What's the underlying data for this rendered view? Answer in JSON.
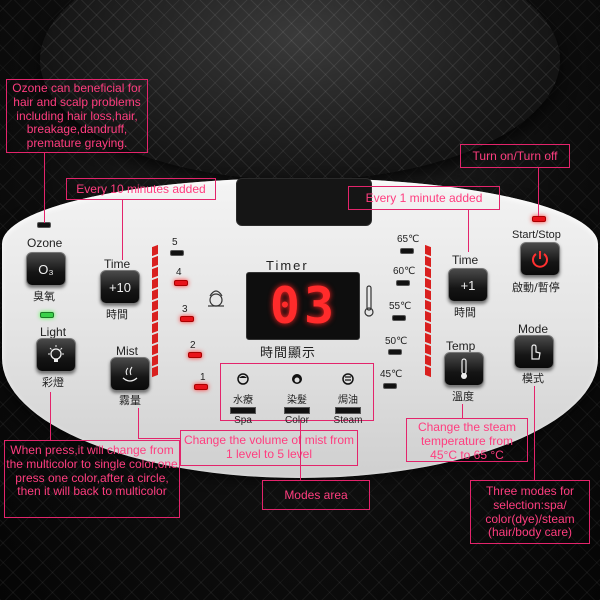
{
  "panel": {
    "ozone": {
      "label": "Ozone",
      "button_text": "O₃",
      "zh": "臭氧"
    },
    "timer10": {
      "label": "Time",
      "button_text": "+10",
      "zh": "時間"
    },
    "light": {
      "label": "Light",
      "zh": "彩燈"
    },
    "mist": {
      "label": "Mist",
      "zh": "霧量"
    },
    "timer_display": {
      "label": "Timer",
      "value": "03",
      "zh": "時間顯示"
    },
    "timer1": {
      "label": "Time",
      "button_text": "+1",
      "zh": "時間"
    },
    "start": {
      "label": "Start/Stop",
      "zh": "啟動/暫停"
    },
    "temp": {
      "label": "Temp",
      "zh": "溫度"
    },
    "mode": {
      "label": "Mode",
      "zh": "模式"
    },
    "mist_levels": [
      "5",
      "4",
      "3",
      "2",
      "1"
    ],
    "temps": [
      "65℃",
      "60℃",
      "55℃",
      "50℃",
      "45℃"
    ],
    "modes": [
      {
        "zh": "水療",
        "en": "Spa"
      },
      {
        "zh": "染髮",
        "en": "Color"
      },
      {
        "zh": "焗油",
        "en": "Steam"
      }
    ]
  },
  "annotations": {
    "ozone": "Ozone can beneficial for hair and scalp problems including hair loss,hair, breakage,dandruff, premature graying.",
    "every10": "Every 10 minutes added",
    "every1": "Every 1 minute added",
    "turn": "Turn on/Turn off",
    "light": "When press,it will change from the multicolor to single color,one press one color,after a circle, then it will back to multicolor",
    "mist": "Change the volume of mist from 1 level to 5 level",
    "modes": "Modes area",
    "steam": "Change the steam temperature from 45°C to 65 °C",
    "three": "Three modes for selection:spa/ color(dye)/steam (hair/body care)"
  },
  "colors": {
    "annotation": "#e3246b",
    "led_red": "#e8131a",
    "led_green": "#3ad14a"
  }
}
